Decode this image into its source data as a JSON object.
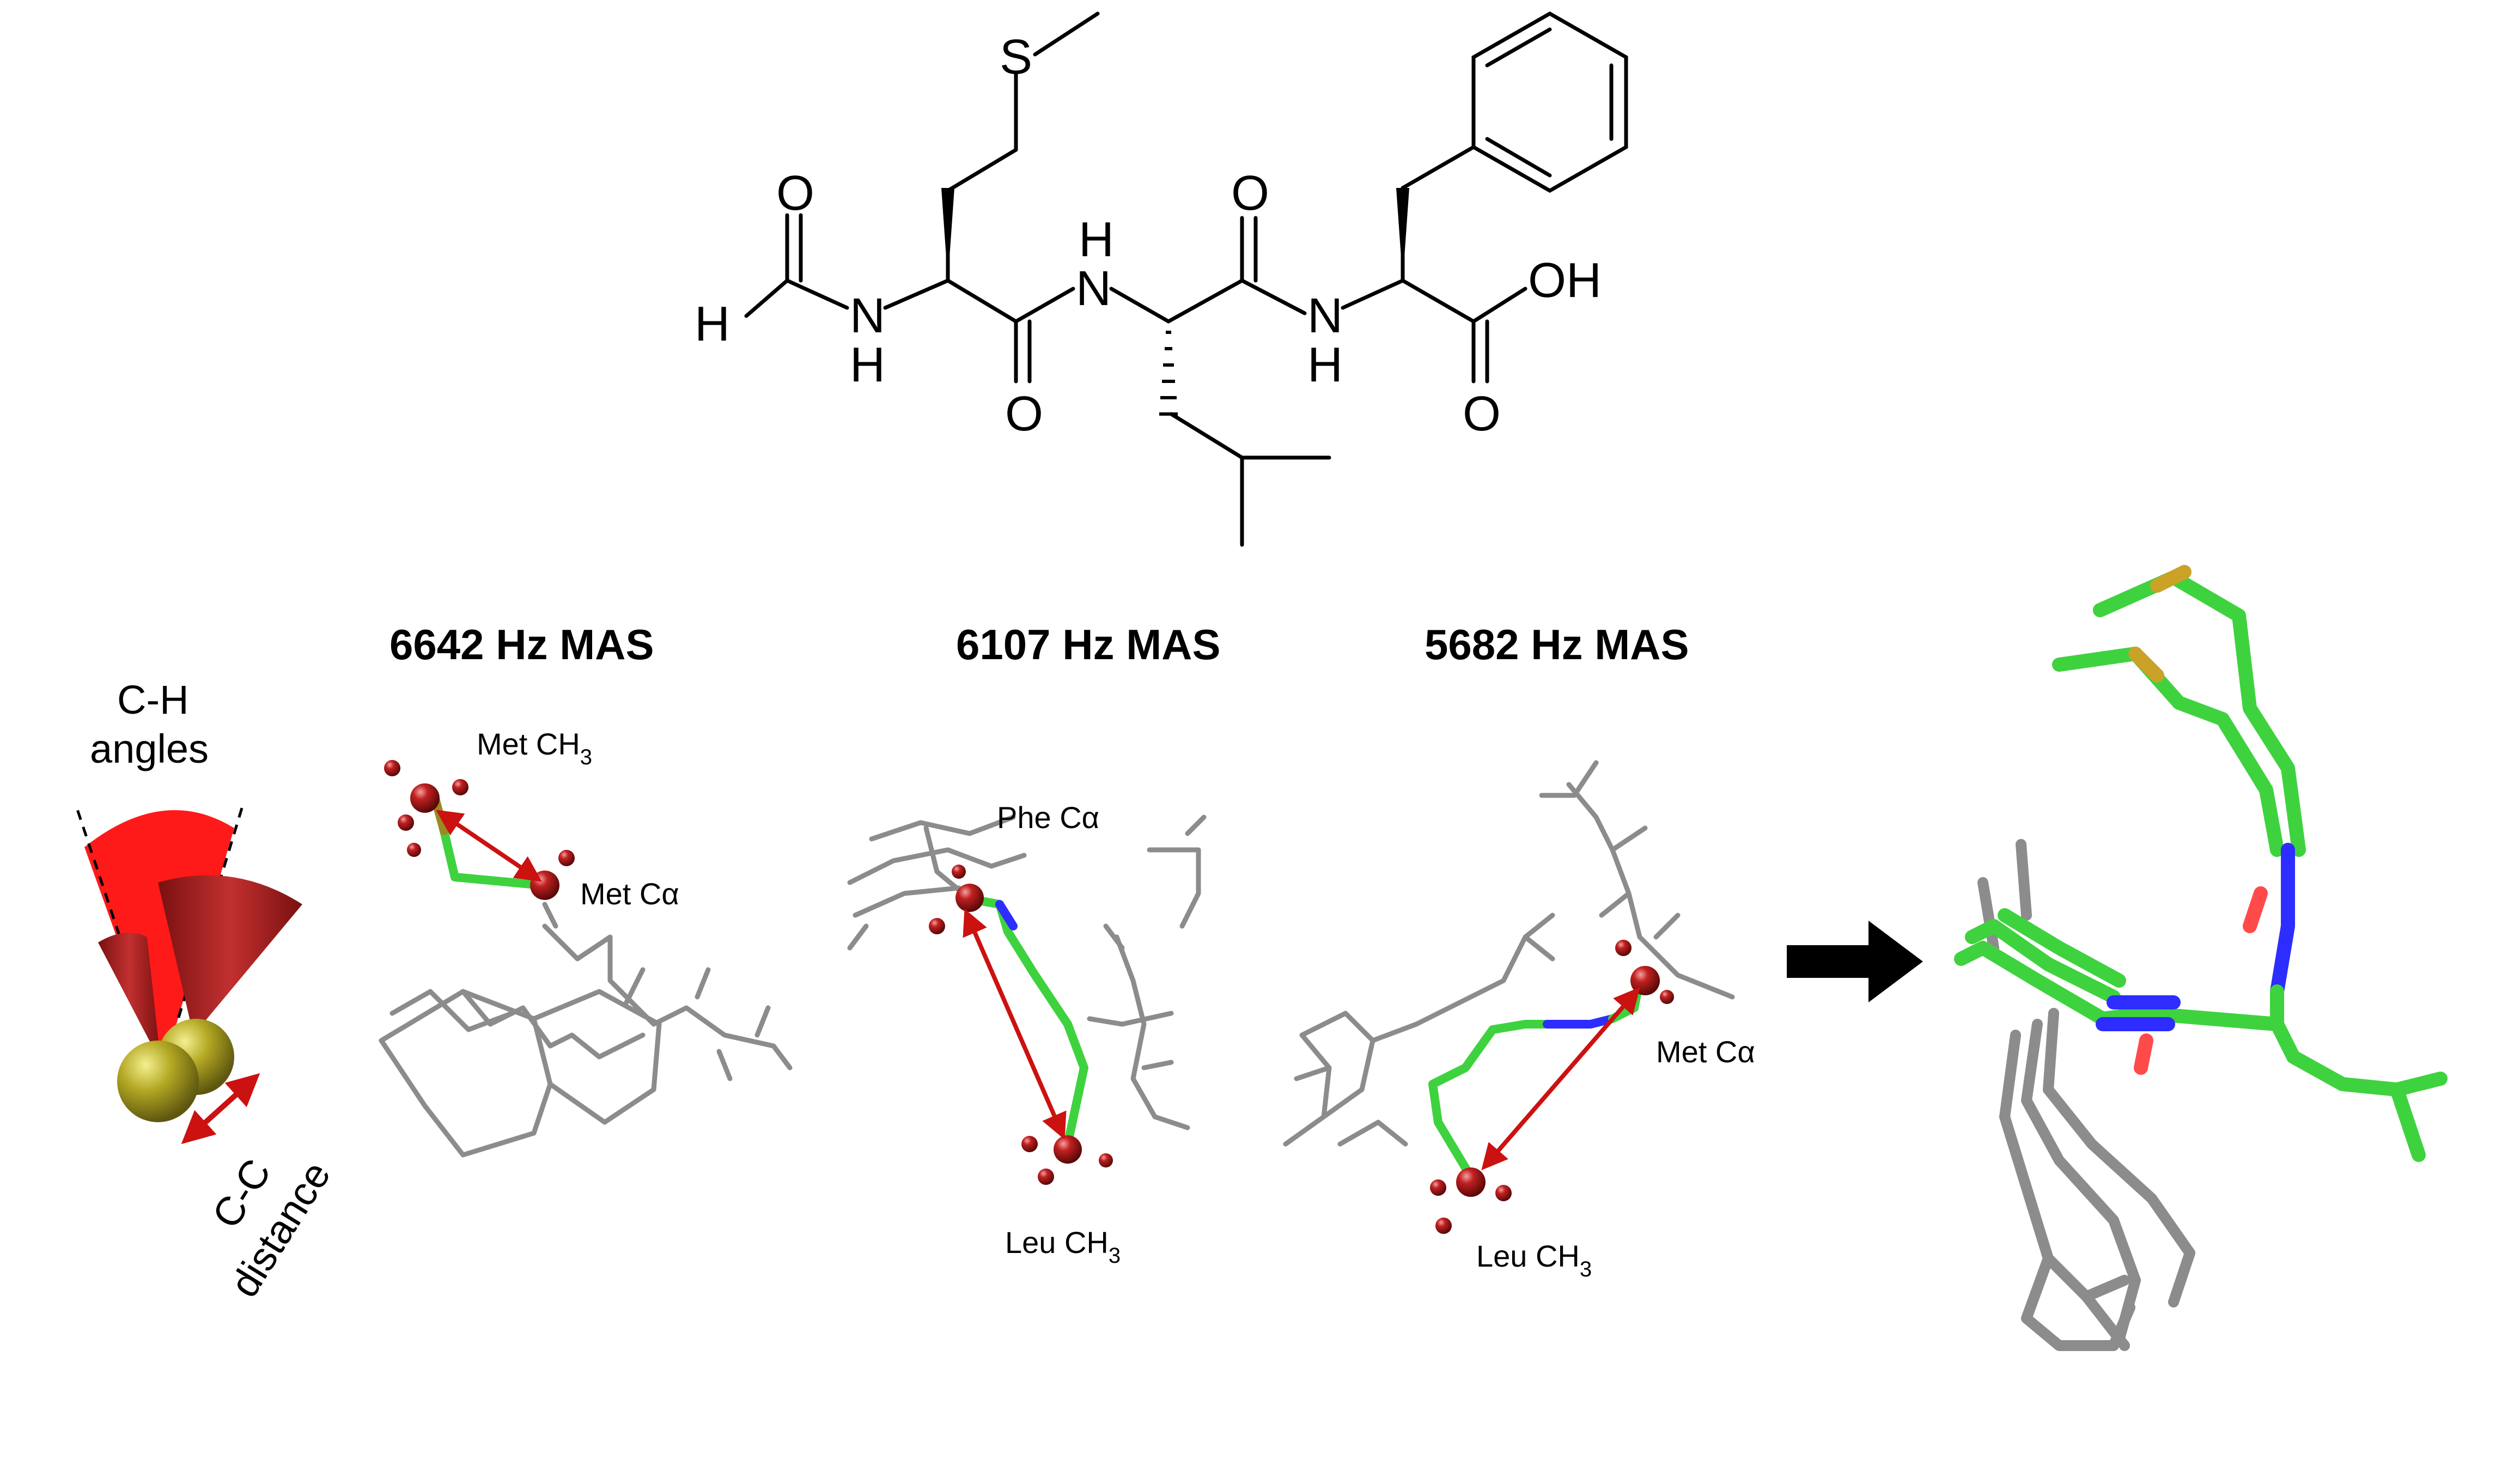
{
  "structure": {
    "atoms": {
      "s": "S",
      "o_formyl": "O",
      "h_formyl": "H",
      "n1": "N",
      "h1": "H",
      "o1": "O",
      "n2": "N",
      "h2": "H",
      "o2": "O",
      "n3": "N",
      "h3": "H",
      "oh": "OH",
      "o3": "O"
    }
  },
  "legend": {
    "angles_line1": "C-H",
    "angles_line2": "angles",
    "distance_line1": "C-C",
    "distance_line2": "distance"
  },
  "panels": [
    {
      "title": "6642 Hz MAS",
      "label1": "Met CH",
      "label1_sub": "3",
      "label2": "Met Cα"
    },
    {
      "title": "6107 Hz MAS",
      "label1": "Phe Cα",
      "label2": "Leu CH",
      "label2_sub": "3"
    },
    {
      "title": "5682 Hz MAS",
      "label1": "Met Cα",
      "label2": "Leu CH",
      "label2_sub": "3"
    }
  ],
  "colors": {
    "carbon_green": "#3fd23f",
    "nitrogen_blue": "#2d2dff",
    "oxygen_red": "#ff4a4a",
    "sulfur_yellow": "#c9a227",
    "other_residues_gray": "#8c8c8c",
    "sphere_red": "#a01414",
    "arrow_red": "#cc1111",
    "cone_red": "#ff1a1a",
    "cone_darkred": "#a52020",
    "sphere_yellow": "#b3a823"
  }
}
